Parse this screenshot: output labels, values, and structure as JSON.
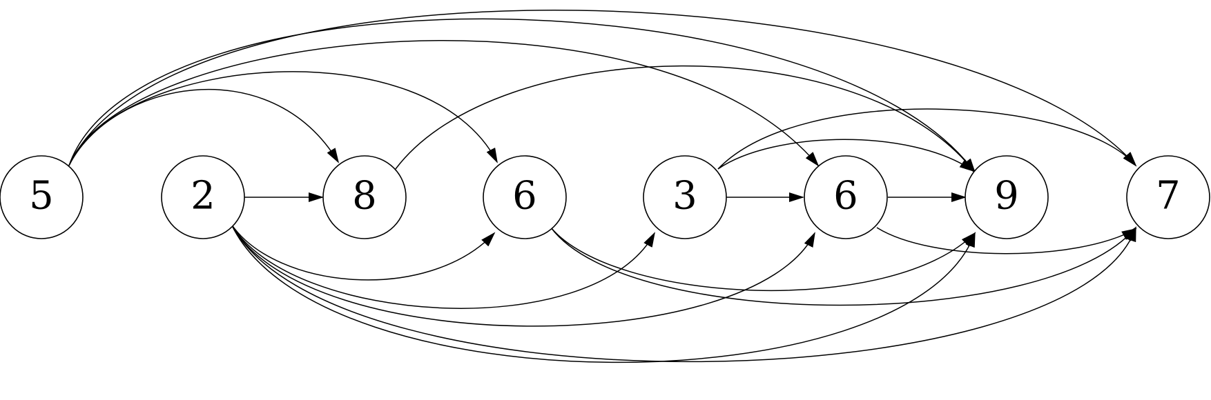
{
  "nodes": [
    {
      "id": "n1",
      "label": "5"
    },
    {
      "id": "n2",
      "label": "2"
    },
    {
      "id": "n3",
      "label": "8"
    },
    {
      "id": "n4",
      "label": "6"
    },
    {
      "id": "n5",
      "label": "3"
    },
    {
      "id": "n6",
      "label": "6"
    },
    {
      "id": "n7",
      "label": "9"
    },
    {
      "id": "n8",
      "label": "7"
    }
  ],
  "edges": [
    {
      "from": "n1",
      "to": "n3"
    },
    {
      "from": "n1",
      "to": "n4"
    },
    {
      "from": "n1",
      "to": "n6"
    },
    {
      "from": "n1",
      "to": "n7"
    },
    {
      "from": "n1",
      "to": "n8"
    },
    {
      "from": "n2",
      "to": "n3"
    },
    {
      "from": "n2",
      "to": "n4"
    },
    {
      "from": "n2",
      "to": "n5"
    },
    {
      "from": "n2",
      "to": "n6"
    },
    {
      "from": "n2",
      "to": "n7"
    },
    {
      "from": "n2",
      "to": "n8"
    },
    {
      "from": "n3",
      "to": "n7"
    },
    {
      "from": "n4",
      "to": "n7"
    },
    {
      "from": "n4",
      "to": "n8"
    },
    {
      "from": "n5",
      "to": "n6"
    },
    {
      "from": "n5",
      "to": "n7"
    },
    {
      "from": "n5",
      "to": "n8"
    },
    {
      "from": "n6",
      "to": "n7"
    },
    {
      "from": "n6",
      "to": "n8"
    }
  ],
  "colors": {
    "stroke": "#000000",
    "fill": "#ffffff"
  }
}
